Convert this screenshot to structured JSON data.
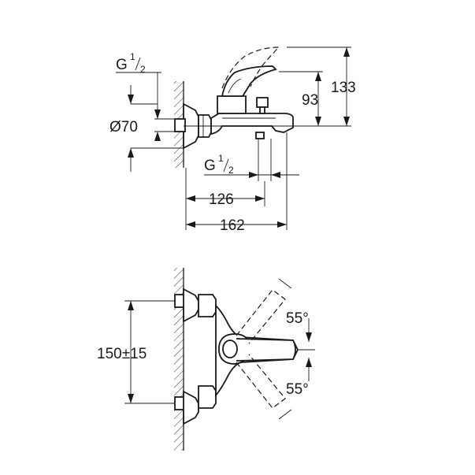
{
  "side_view": {
    "thread_top": {
      "main": "G",
      "sup": "1",
      "sub": "2"
    },
    "diameter": "Ø70",
    "thread_spout": {
      "main": "G",
      "sup": "1",
      "sub": "2"
    },
    "dim_126": "126",
    "dim_162": "162",
    "dim_93": "93",
    "dim_133": "133"
  },
  "front_view": {
    "angle_top": "55°",
    "angle_bottom": "55°",
    "centers": "150±15"
  },
  "colors": {
    "line": "#1a1a1a",
    "background": "#ffffff"
  }
}
